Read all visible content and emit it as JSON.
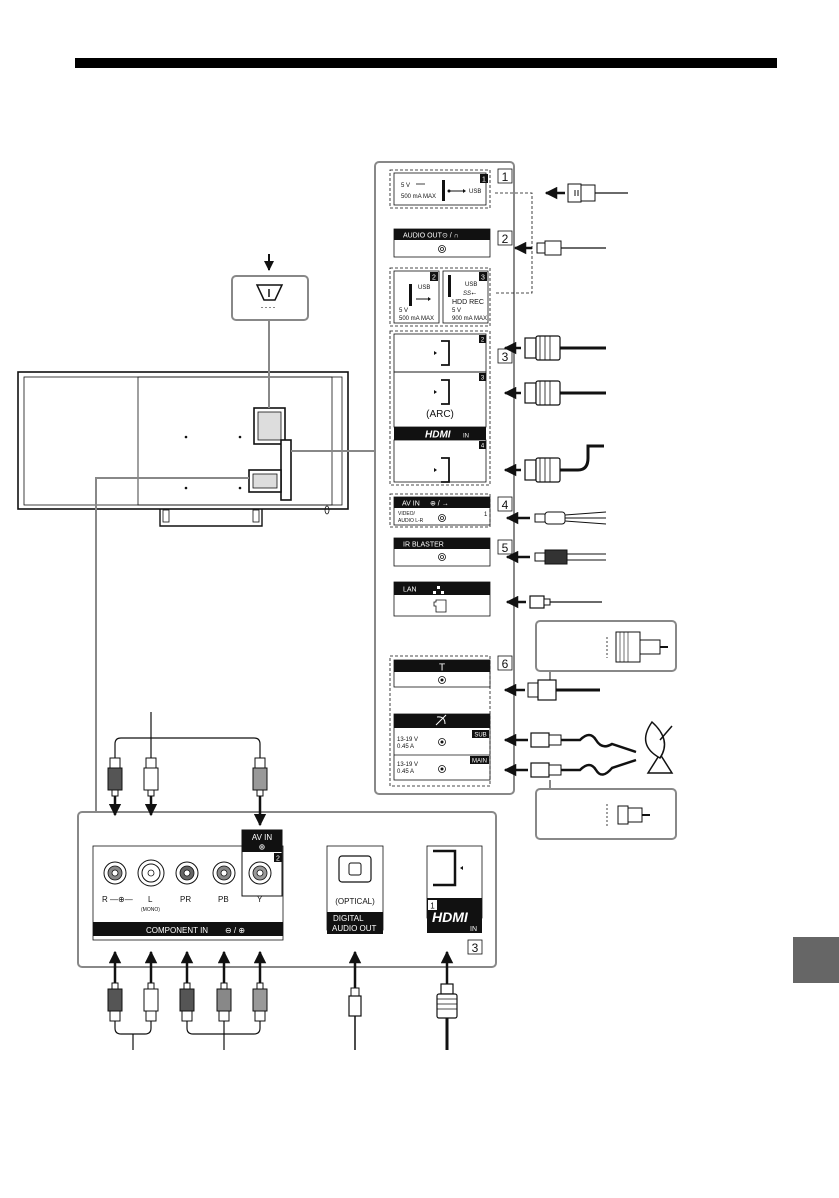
{
  "colors": {
    "ink": "#111111",
    "panel_line": "#888888",
    "side_tab": "#666666",
    "white": "#ffffff"
  },
  "side_panel": {
    "usb1": {
      "num": "1",
      "volt": "5 V",
      "current": "500 mA MAX",
      "label": "USB"
    },
    "audio_out": {
      "label": "AUDIO OUT",
      "icon_text": "⊙ / ∩"
    },
    "usb2": {
      "num": "2",
      "label": "USB",
      "volt": "5 V",
      "current": "500 mA MAX"
    },
    "usb3": {
      "num": "3",
      "label": "USB",
      "ss": "SS⭠",
      "rec": "HDD REC",
      "volt": "5 V",
      "current": "900 mA MAX"
    },
    "hdmi": {
      "port2": "2",
      "port3": "3",
      "arc": "(ARC)",
      "logo": "HDMI",
      "in": "IN",
      "port4": "4"
    },
    "av_in": {
      "label": "AV IN",
      "icon_text": "⊕ / →",
      "num": "1",
      "sub1": "VIDEO/",
      "sub2": "AUDIO L-R"
    },
    "ir_blaster": {
      "label": "IR BLASTER"
    },
    "lan": {
      "label": "LAN"
    },
    "antenna": {
      "symbol": "T"
    },
    "sat": {
      "volt": "13-19 V",
      "current": "0.45 A",
      "sub": "SUB",
      "main": "MAIN"
    }
  },
  "group_numbers": [
    "1",
    "2",
    "3",
    "4",
    "5",
    "6"
  ],
  "bottom_panel": {
    "r": "R",
    "l": "L",
    "mono": "(MONO)",
    "pr": "PR",
    "pb": "PB",
    "y": "Y",
    "component_in": "COMPONENT IN",
    "av_in": "AV IN",
    "av_num": "2",
    "optical": "(OPTICAL)",
    "digital": "DIGITAL",
    "audio_out": "AUDIO OUT",
    "hdmi_num": "1",
    "hdmi_logo": "HDMI",
    "hdmi_in": "IN",
    "hdmi_group": "3"
  },
  "icons": [
    "down-arrow-icon",
    "usb-icon",
    "headphone-icon",
    "network-icon",
    "satellite-dish-icon",
    "antenna-icon"
  ]
}
